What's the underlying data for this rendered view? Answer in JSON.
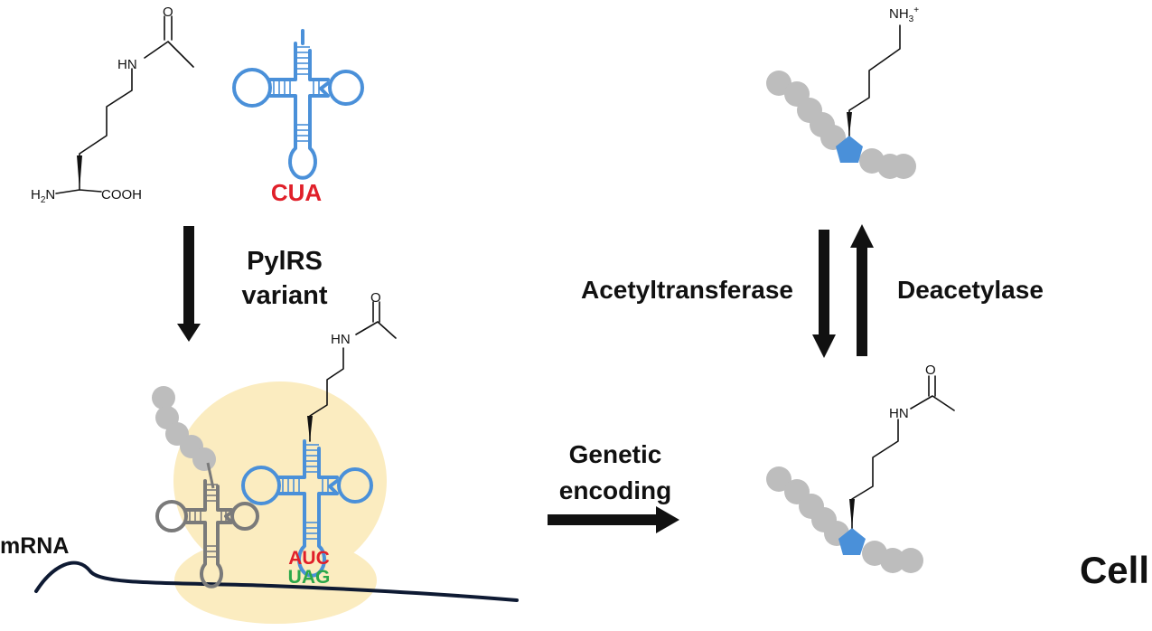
{
  "labels": {
    "pylrs_line1": "PylRS",
    "pylrs_line2": "variant",
    "acetyltransferase": "Acetyltransferase",
    "deacetylase": "Deacetylase",
    "genetic_line1": "Genetic",
    "genetic_line2": "encoding",
    "mrna": "mRNA",
    "cell": "Cell"
  },
  "codons": {
    "anticodon_free": "CUA",
    "anticodon_bound": "AUC",
    "codon": "UAG"
  },
  "chem": {
    "hn": "HN",
    "o": "O",
    "nh2_main": "H",
    "nh2_sub": "2",
    "nh2_n": "N",
    "cooh": "COOH",
    "nh3_main": "NH",
    "nh3_sub": "3",
    "nh3_sup": "+"
  },
  "colors": {
    "trna_blue": "#4a90d9",
    "trna_gray": "#7a7a7a",
    "anticodon_red": "#e0202a",
    "codon_green": "#2ca84a",
    "ribosome": "#fbecc0",
    "residue_gray": "#bdbdbd",
    "residue_blue": "#4a90d9",
    "mrna": "#0e1a33"
  }
}
